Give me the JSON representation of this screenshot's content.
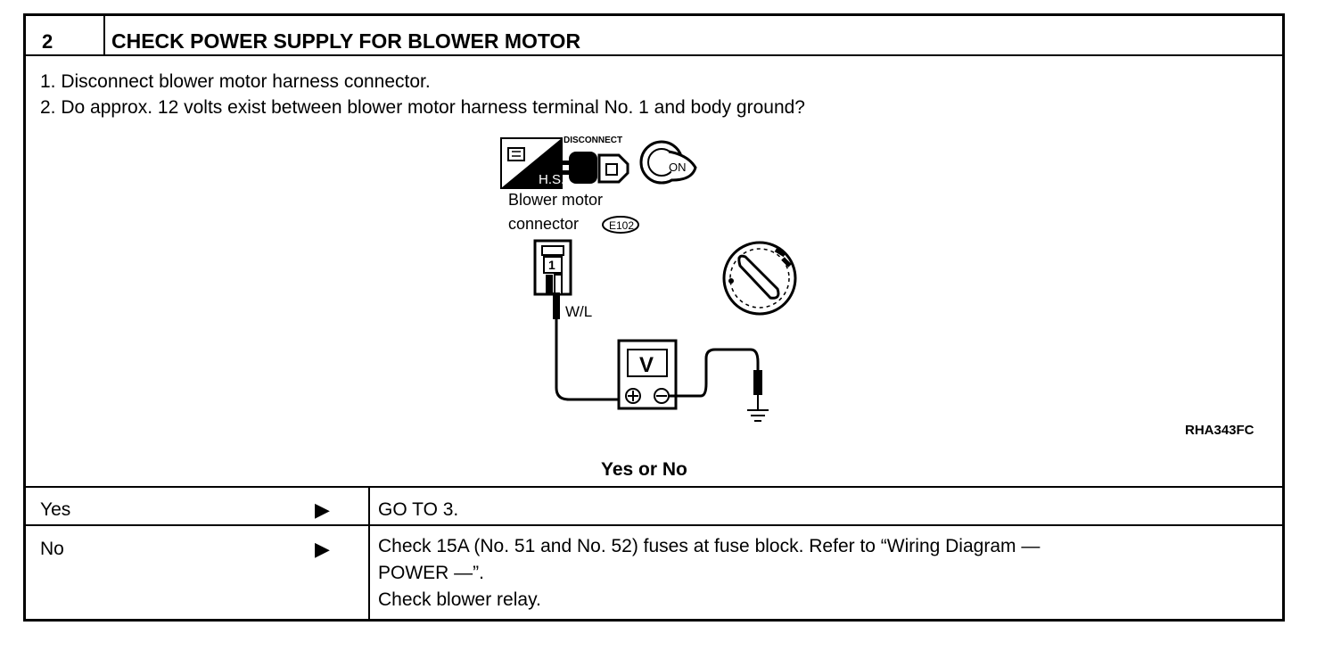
{
  "step": {
    "number": "2",
    "title": "CHECK POWER SUPPLY FOR BLOWER MOTOR"
  },
  "instructions": [
    "1.  Disconnect blower motor harness connector.",
    "2.  Do approx. 12 volts exist between blower motor harness terminal No. 1 and body ground?"
  ],
  "figure": {
    "disconnect_label": "DISCONNECT",
    "hs_label": "H.S.",
    "on_label": "ON",
    "connector_label_line1": "Blower  motor",
    "connector_label_line2": "connector",
    "connector_code": "E102",
    "terminal_number": "1",
    "wire_color": "W/L",
    "meter_label": "V",
    "figure_code": "RHA343FC"
  },
  "question": "Yes or No",
  "results": [
    {
      "answer": "Yes",
      "arrow": "▶",
      "action_lines": [
        "GO TO 3."
      ]
    },
    {
      "answer": "No",
      "arrow": "▶",
      "action_lines": [
        "Check 15A (No. 51 and No. 52) fuses at fuse block. Refer to “Wiring Diagram —",
        "POWER —”.",
        "Check blower relay."
      ]
    }
  ]
}
